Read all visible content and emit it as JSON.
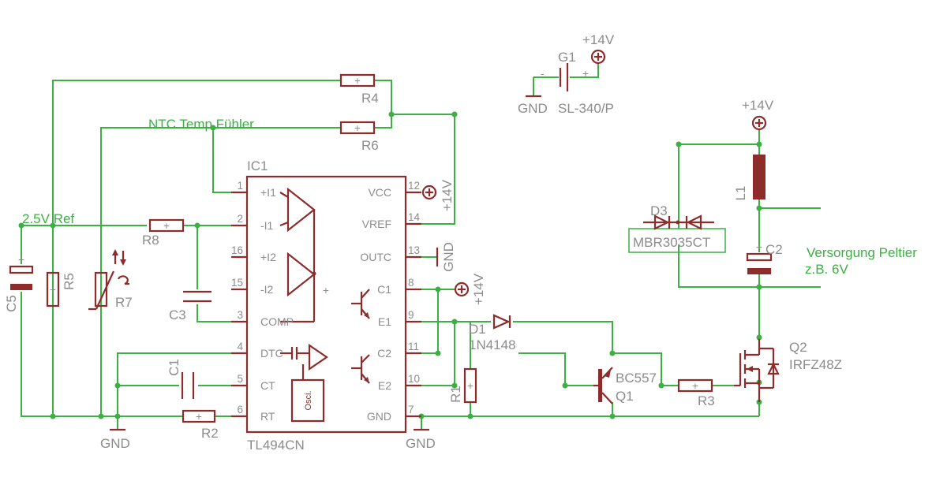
{
  "ic": {
    "name": "IC1",
    "value": "TL494CN",
    "left_pins": [
      {
        "num": "1",
        "name": "+I1"
      },
      {
        "num": "2",
        "name": "-I1"
      },
      {
        "num": "16",
        "name": "+I2"
      },
      {
        "num": "15",
        "name": "-I2"
      },
      {
        "num": "3",
        "name": "COMP"
      },
      {
        "num": "4",
        "name": "DTC"
      },
      {
        "num": "5",
        "name": "CT"
      },
      {
        "num": "6",
        "name": "RT"
      }
    ],
    "right_pins": [
      {
        "num": "12",
        "name": "VCC"
      },
      {
        "num": "14",
        "name": "VREF"
      },
      {
        "num": "13",
        "name": "OUTC"
      },
      {
        "num": "8",
        "name": "C1"
      },
      {
        "num": "9",
        "name": "E1"
      },
      {
        "num": "11",
        "name": "C2"
      },
      {
        "num": "10",
        "name": "E2"
      },
      {
        "num": "7",
        "name": "GND"
      }
    ],
    "osc_label": "Osci.",
    "plus_sign": "+"
  },
  "labels": {
    "r4": "R4",
    "r6": "R6",
    "r8": "R8",
    "r2": "R2",
    "r1": "R1",
    "r3": "R3",
    "r5": "R5",
    "r7": "R7",
    "c1": "C1",
    "c2": "C2",
    "c3": "C3",
    "c5": "C5",
    "d1": "D1",
    "d1_value": "1N4148",
    "d3": "D3",
    "d3_value": "MBR3035CT",
    "q1": "Q1",
    "q1_value": "BC557",
    "q2": "Q2",
    "q2_value": "IRFZ48Z",
    "l1": "L1",
    "g1": "G1",
    "g1_value": "SL-340/P",
    "g1_minus": "-",
    "g1_plus": "+"
  },
  "supply": {
    "v14": "+14V",
    "gnd": "GND"
  },
  "nets": {
    "ntc": "NTC Temp Fühler",
    "ref": "2.5V Ref",
    "peltier_line1": "Versorgung Peltier",
    "peltier_line2": "z.B. 6V"
  },
  "colors": {
    "wire": "#3cb043",
    "component": "#8e2b2b",
    "text": "#8c8c8c",
    "background": "#ffffff"
  }
}
